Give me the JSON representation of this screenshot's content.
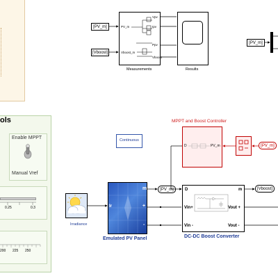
{
  "colors": {
    "panel_bg": "#f3f8ec",
    "panel_border": "#b8d2a6",
    "scope_bg": "#fdf6e7",
    "subsystem_red": "#c00000",
    "subsystem_fill": "#ffeeee",
    "pv_blue_dark": "#1a3f9e",
    "pv_blue_light": "#4f86dc",
    "label_blue": "#1f3c96",
    "title_red": "#d02020"
  },
  "controls_panel": {
    "title_fragment": "ols",
    "enable_mppt_label": "Enable MPPT",
    "manual_vref_label": "Manual Vref",
    "slider1_ticks": [
      "0.25",
      "0.3"
    ],
    "slider2_ticks": [
      "200",
      "225",
      "250"
    ]
  },
  "top_row": {
    "goto_pv_m": "[PV_m]",
    "goto_vboost": "[Vboost]",
    "measurements": {
      "name": "Measurements",
      "in_ports": [
        "PV_m",
        "Vboost_m"
      ],
      "out_ports": [
        "Vpv",
        "Ipv",
        "Ppv",
        "Vboost"
      ]
    },
    "results_label": "Results",
    "goto_pv_m_right": "[PV_m]"
  },
  "continuous_label": "Continuous",
  "mppt": {
    "title": "MPPT and Boost Controller",
    "port_d": "D",
    "port_pv_m": "PV_m",
    "from_pv_m": "[PV_m]"
  },
  "irradiance_label": "Irradiance",
  "pv_panel": {
    "label": "Emulated PV Panel",
    "port_ir": "Ir",
    "port_m": "m",
    "port_plus": "+",
    "port_minus": "-",
    "goto_pv_m": "[PV_m]"
  },
  "boost": {
    "label": "DC-DC Boost Converter",
    "port_d": "D",
    "port_m": "m",
    "port_vin_plus": "Vin+",
    "port_vin_minus": "Vin -",
    "port_vout_plus": "Vout +",
    "port_vout_minus": "Vout -",
    "goto_vboost": "[Vboost]"
  }
}
